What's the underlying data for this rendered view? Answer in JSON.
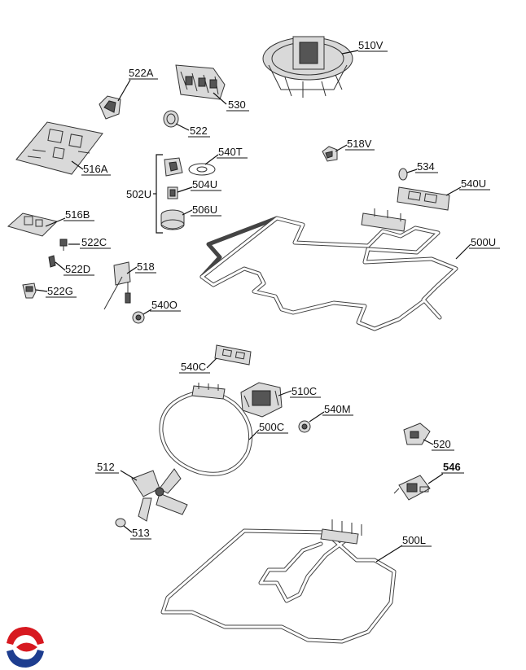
{
  "labels": {
    "p510V": "510V",
    "p522A": "522A",
    "p530": "530",
    "p522": "522",
    "p518V": "518V",
    "p516A": "516A",
    "p540T": "540T",
    "p502U": "502U",
    "p504U": "504U",
    "p534": "534",
    "p540U": "540U",
    "p506U": "506U",
    "p516B": "516B",
    "p500U": "500U",
    "p522C": "522C",
    "p522D": "522D",
    "p518": "518",
    "p522G": "522G",
    "p540O": "540O",
    "p540C": "540C",
    "p510C": "510C",
    "p540M": "540M",
    "p500C": "500C",
    "p520": "520",
    "p512": "512",
    "p546": "546",
    "p513": "513",
    "p500L": "500L"
  },
  "colors": {
    "logo_red": "#d71920",
    "logo_blue": "#1d3d8f"
  }
}
